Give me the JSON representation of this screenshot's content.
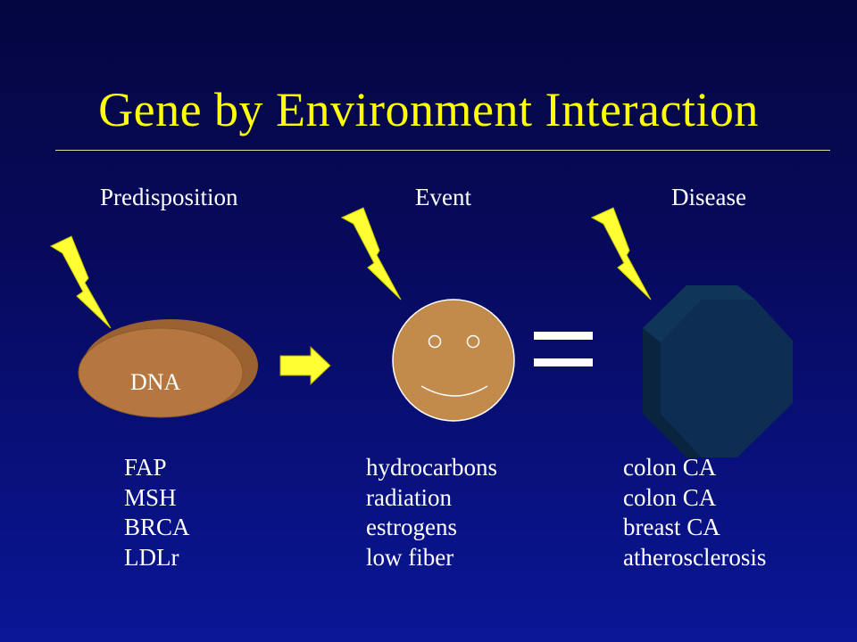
{
  "slide": {
    "title": "Gene by Environment Interaction",
    "columns": [
      {
        "heading": "Predisposition",
        "items": [
          "FAP",
          "MSH",
          "BRCA",
          "LDLr"
        ]
      },
      {
        "heading": "Event",
        "items": [
          "hydrocarbons",
          "radiation",
          "estrogens",
          "low fiber"
        ]
      },
      {
        "heading": "Disease",
        "items": [
          "colon CA",
          "colon CA",
          "breast CA",
          "atherosclerosis"
        ]
      }
    ],
    "dna_label": "DNA"
  },
  "colors": {
    "background_top": "#040640",
    "background_bottom": "#0a1696",
    "title": "#ffff00",
    "text": "#ffffff",
    "lightning": "#ffff33",
    "dna_disc": "#b5773f",
    "face": "#c28a4b",
    "disease_octagon": "#0d2e52",
    "arrow": "#ffff33"
  },
  "icons": {
    "lightning": "lightning-bolt-icon",
    "dna": "dna-disc-icon",
    "face": "smiley-face-icon",
    "equals": "equals-sign-icon",
    "disease": "octagon-icon",
    "arrow": "right-arrow-icon"
  }
}
